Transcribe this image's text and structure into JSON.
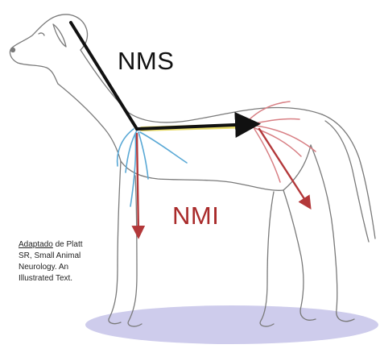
{
  "labels": {
    "nms": "NMS",
    "nmi": "NMI"
  },
  "citation": {
    "line1_underlined": "Adaptado",
    "line1_rest": " de Platt",
    "line2": "SR, Small Animal",
    "line3": "Neurology. An",
    "line4": "Illustrated Text."
  },
  "colors": {
    "outline": "#7a7a7a",
    "nms_arrow": "#111111",
    "nmi_arrow": "#b3383a",
    "nerve_blue": "#5aa9d6",
    "spinal_highlight": "#e6d85a",
    "ground": "#c9c6ea"
  }
}
